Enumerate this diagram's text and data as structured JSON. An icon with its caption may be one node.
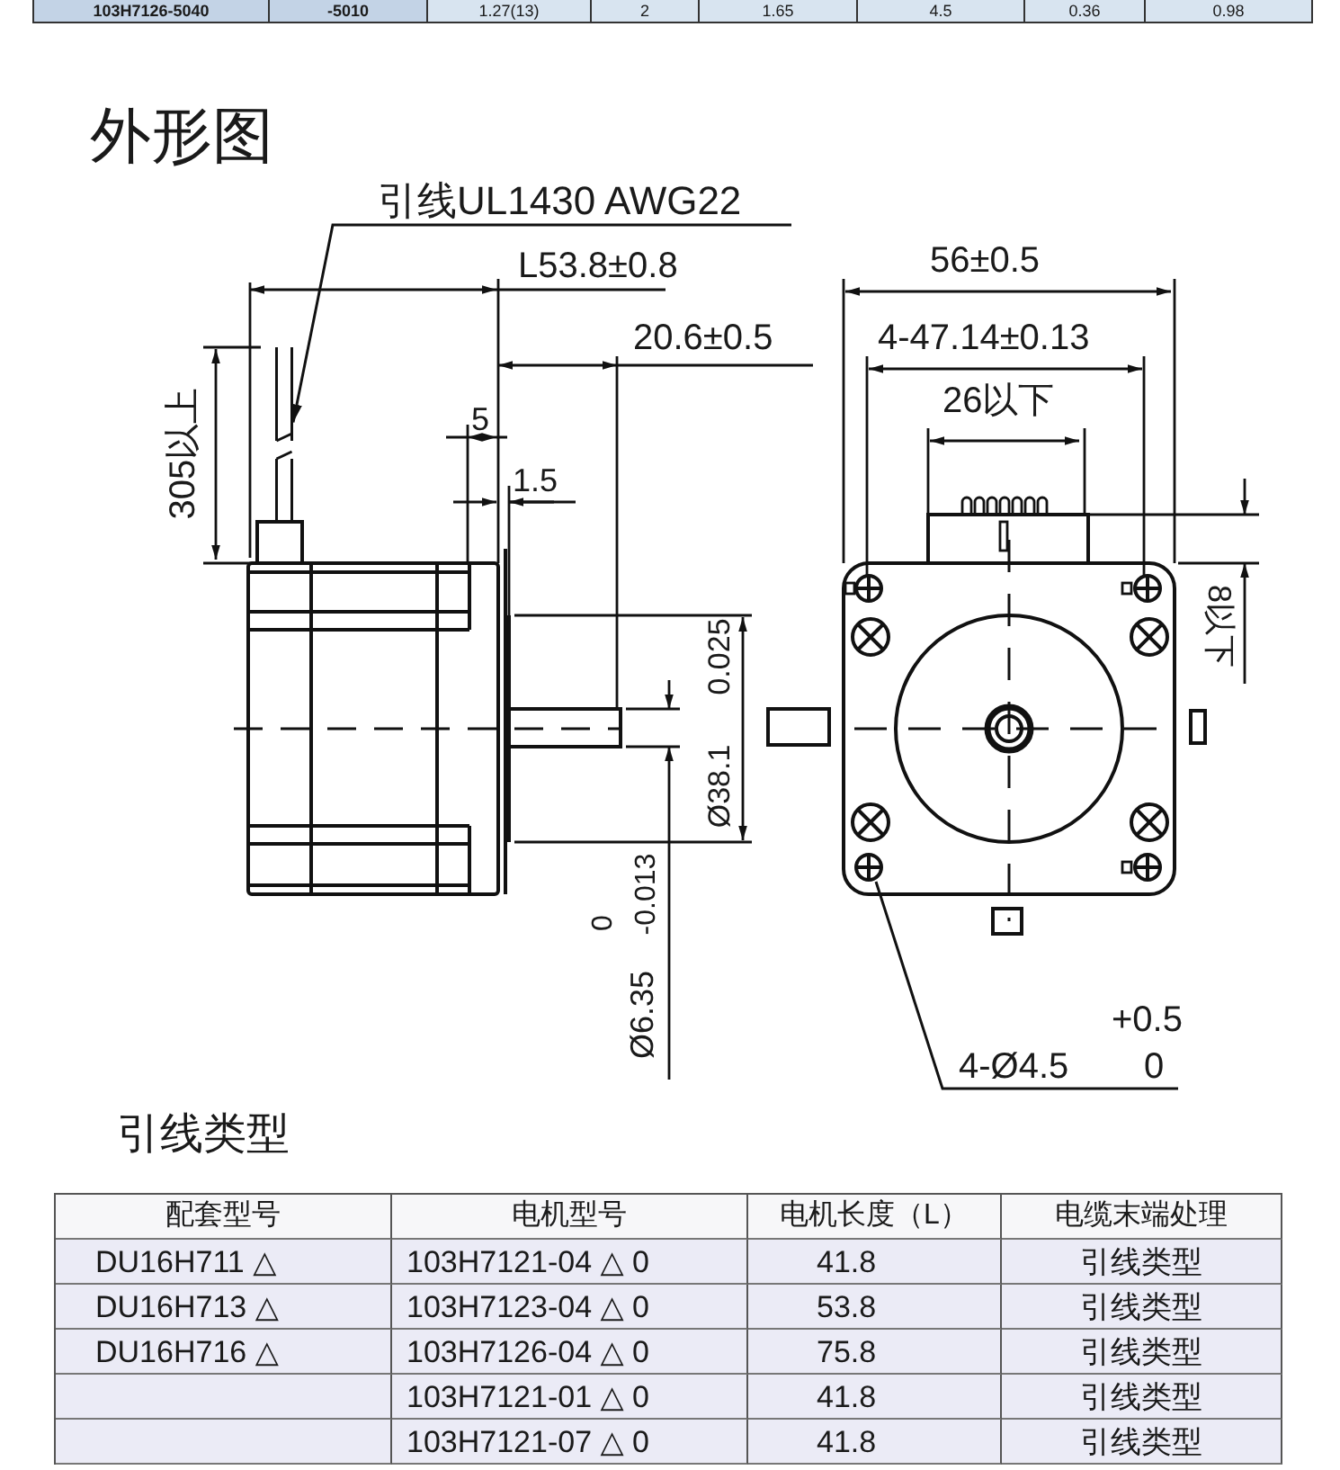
{
  "diagram": {
    "title": "外形图",
    "nodes": [
      {
        "text": [
          "引线UL1430 AWG22"
        ]
      },
      {
        "text": [],
        "shape": "picture"
      },
      {
        "text": [
          "4-Ø4.5",
          "+0.5",
          "0"
        ]
      },
      {
        "text": [],
        "shape": "circle"
      }
    ],
    "edges": [
      {
        "from": 0,
        "to": 1,
        "arrow": "to"
      },
      {
        "from": 2,
        "to": 3,
        "arrow": "none"
      }
    ],
    "labels": [
      "103H7126-5040",
      "-5010",
      "1.27(13)",
      "2",
      "1.65",
      "4.5",
      "0.36",
      "0.98",
      "L53.8±0.8",
      "56±0.5",
      "20.6±0.5",
      "4-47.14±0.13",
      "26以下",
      "5",
      "305以上",
      "1.5",
      "8以下",
      "Ø38.1",
      "0.025",
      "0",
      "Ø6.35",
      "-0.013",
      "引线类型",
      "配套型号",
      "电机型号",
      "电机长度（L）",
      "电缆末端处理",
      "DU16H711 △",
      "103H7121-04 △ 0",
      "41.8",
      "引线类型",
      "DU16H713 △",
      "103H7123-04 △ 0",
      "53.8",
      "引线类型",
      "DU16H716 △",
      "103H7126-04 △ 0",
      "75.8",
      "引线类型",
      "103H7121-01 △ 0",
      "41.8",
      "引线类型",
      "103H7121-07 △ 0",
      "41.8",
      "引线类型"
    ]
  }
}
